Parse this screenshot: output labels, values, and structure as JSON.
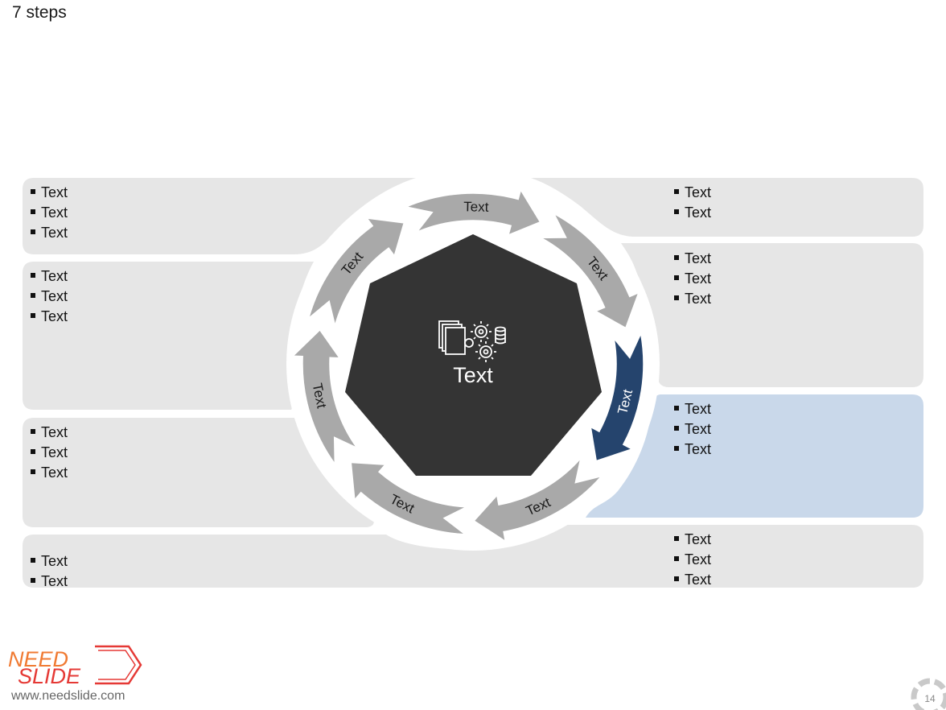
{
  "title": "7 steps",
  "center": {
    "label": "Text",
    "icon": "gears-documents-coins-icon"
  },
  "steps": [
    {
      "label": "Text",
      "active": false
    },
    {
      "label": "Text",
      "active": false
    },
    {
      "label": "Text",
      "active": false
    },
    {
      "label": "Text",
      "active": true
    },
    {
      "label": "Text",
      "active": false
    },
    {
      "label": "Text",
      "active": false
    },
    {
      "label": "Text",
      "active": false
    }
  ],
  "panels": [
    {
      "id": "top-left",
      "bullets": [
        "Text",
        "Text",
        "Text"
      ]
    },
    {
      "id": "top-right",
      "bullets": [
        "Text",
        "Text"
      ]
    },
    {
      "id": "right-upper",
      "bullets": [
        "Text",
        "Text",
        "Text"
      ]
    },
    {
      "id": "right-active",
      "bullets": [
        "Text",
        "Text",
        "Text"
      ]
    },
    {
      "id": "bottom-right",
      "bullets": [
        "Text",
        "Text",
        "Text"
      ]
    },
    {
      "id": "bottom-left",
      "bullets": [
        "Text",
        "Text"
      ]
    },
    {
      "id": "mid-lower-left",
      "bullets": [
        "Text",
        "Text",
        "Text"
      ]
    },
    {
      "id": "mid-upper-left",
      "bullets": [
        "Text",
        "Text",
        "Text"
      ]
    }
  ],
  "colors": {
    "panel": "#e6e6e6",
    "panel_active": "#c9d8ea",
    "arrow": "#a9a9a9",
    "arrow_active": "#25446d",
    "center": "#343434",
    "logo_orange": "#f07a32",
    "logo_red": "#e53935"
  },
  "footer": {
    "logo_line1": "NEED",
    "logo_line2": "SLIDE",
    "website": "www.needslide.com",
    "page_number": "14"
  }
}
